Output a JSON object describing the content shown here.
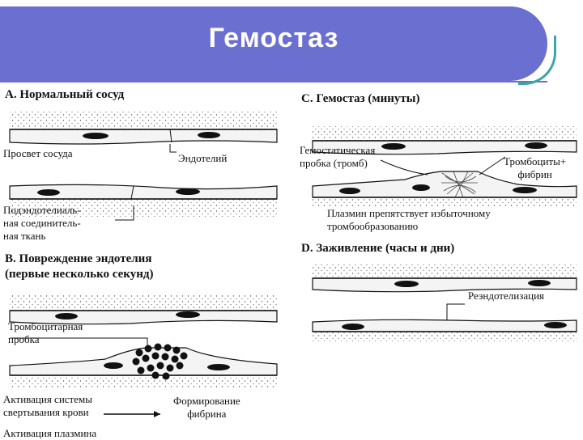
{
  "title": "Гемостаз",
  "panels": {
    "a": {
      "heading": "A. Нормальный сосуд",
      "lumen": "Просвет сосуда",
      "endothelium": "Эндотелий",
      "subendothelial": "Подэндотелиаль-\nная соединитель-\nная ткань"
    },
    "b": {
      "heading": "B. Повреждение эндотелия\n(первые несколько секунд)",
      "platelet_plug": "Тромбоцитарная\nпробка",
      "coagulation": "Активация системы\nсвертывания крови",
      "fibrin_formation": "Формирование\nфибрина",
      "plasmin": "Активация плазмина"
    },
    "c": {
      "heading": "C. Гемостаз (минуты)",
      "hemostatic_plug": "Гемостатическая\nпробка (тромб)",
      "platelets_fibrin": "Тромбоциты+\nфибрин",
      "plasmin_note": "Плазмин препятствует избыточному\nтромбообразованию"
    },
    "d": {
      "heading": "D. Заживление (часы и дни)",
      "reendothelialization": "Реэндотелизация"
    }
  }
}
